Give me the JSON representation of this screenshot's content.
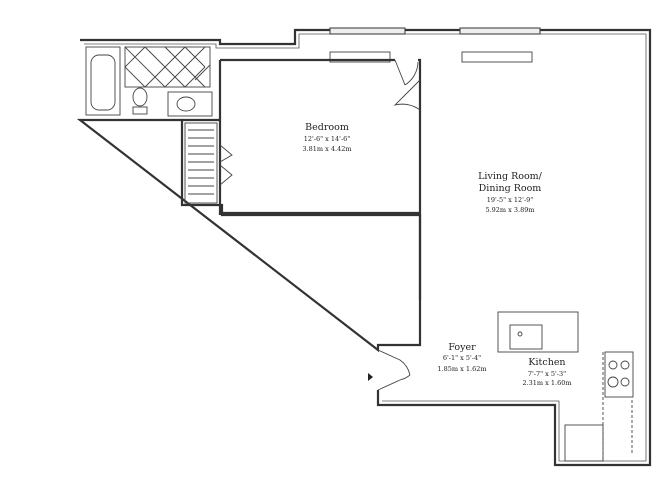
{
  "rooms": {
    "bedroom": {
      "name": "Bedroom",
      "imperial": "12'-6\" x 14'-6\"",
      "metric": "3.81m x 4.42m"
    },
    "living": {
      "name_line1": "Living Room/",
      "name_line2": "Dining Room",
      "imperial": "19'-5\" x 12'-9\"",
      "metric": "5.92m x 3.89m"
    },
    "foyer": {
      "name": "Foyer",
      "imperial": "6'-1\" x 5'-4\"",
      "metric": "1.85m x 1.62m"
    },
    "kitchen": {
      "name": "Kitchen",
      "imperial": "7'-7\" x 5'-3\"",
      "metric": "2.31m x 1.60m"
    }
  }
}
